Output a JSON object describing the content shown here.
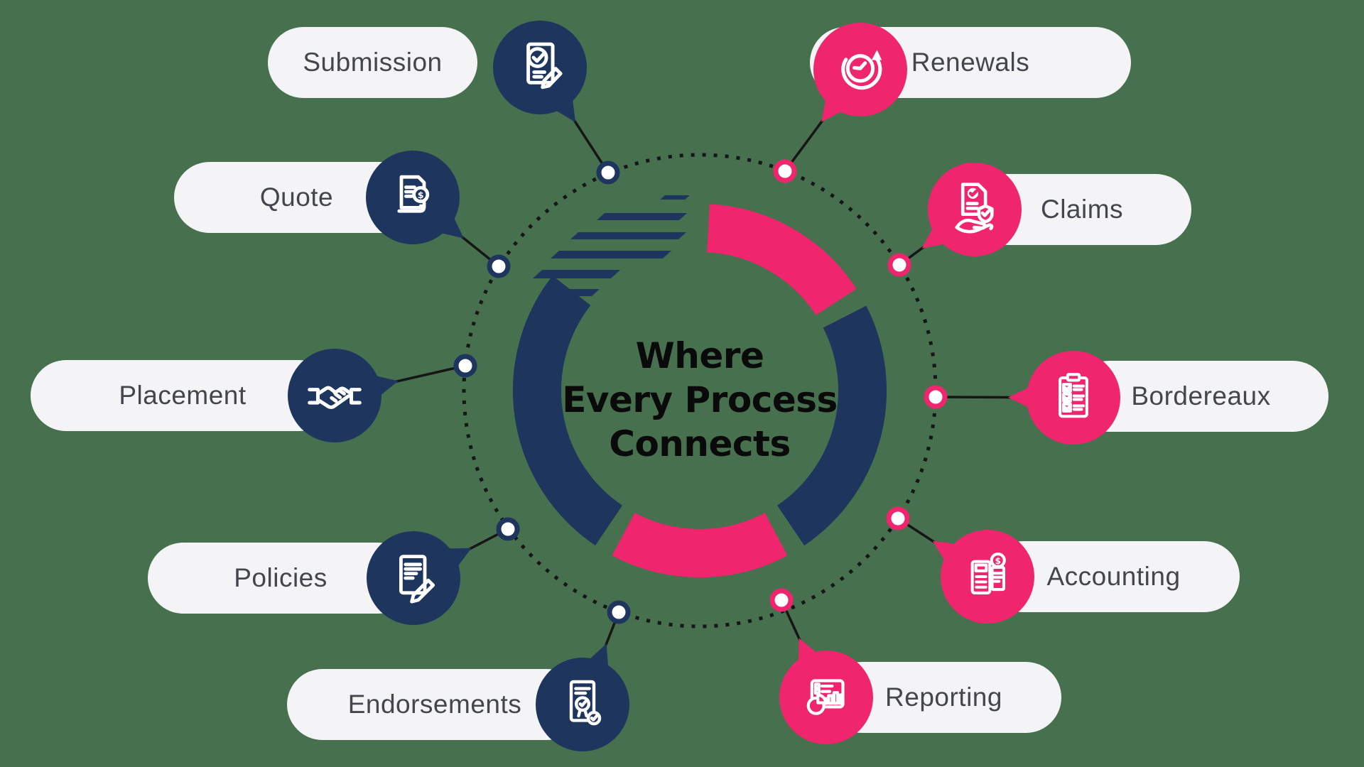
{
  "title_lines": [
    "Where",
    "Every Process",
    "Connects"
  ],
  "colors": {
    "background": "#47704E",
    "navy": "#1E355E",
    "pink": "#EF256D",
    "pill_bg": "#F4F4F6",
    "pill_text": "#43464C",
    "connector": "#161616",
    "node_fill": "#FFFFFF",
    "title": "#0A0A0A",
    "icon_stroke": "#FFFFFF"
  },
  "items": [
    {
      "label": "Submission",
      "side": "left",
      "color": "navy",
      "icon": "document-check-pencil-icon"
    },
    {
      "label": "Renewals",
      "side": "right",
      "color": "pink",
      "icon": "clock-renewal-arrow-icon"
    },
    {
      "label": "Quote",
      "side": "left",
      "color": "navy",
      "icon": "invoice-dollar-icon"
    },
    {
      "label": "Claims",
      "side": "right",
      "color": "pink",
      "icon": "document-shield-hand-icon"
    },
    {
      "label": "Placement",
      "side": "left",
      "color": "navy",
      "icon": "handshake-icon"
    },
    {
      "label": "Bordereaux",
      "side": "right",
      "color": "pink",
      "icon": "clipboard-checklist-icon"
    },
    {
      "label": "Policies",
      "side": "left",
      "color": "navy",
      "icon": "document-pen-icon"
    },
    {
      "label": "Accounting",
      "side": "right",
      "color": "pink",
      "icon": "calculator-dollar-icon"
    },
    {
      "label": "Endorsements",
      "side": "left",
      "color": "navy",
      "icon": "certificate-check-icon"
    },
    {
      "label": "Reporting",
      "side": "right",
      "color": "pink",
      "icon": "dashboard-charts-icon"
    }
  ]
}
